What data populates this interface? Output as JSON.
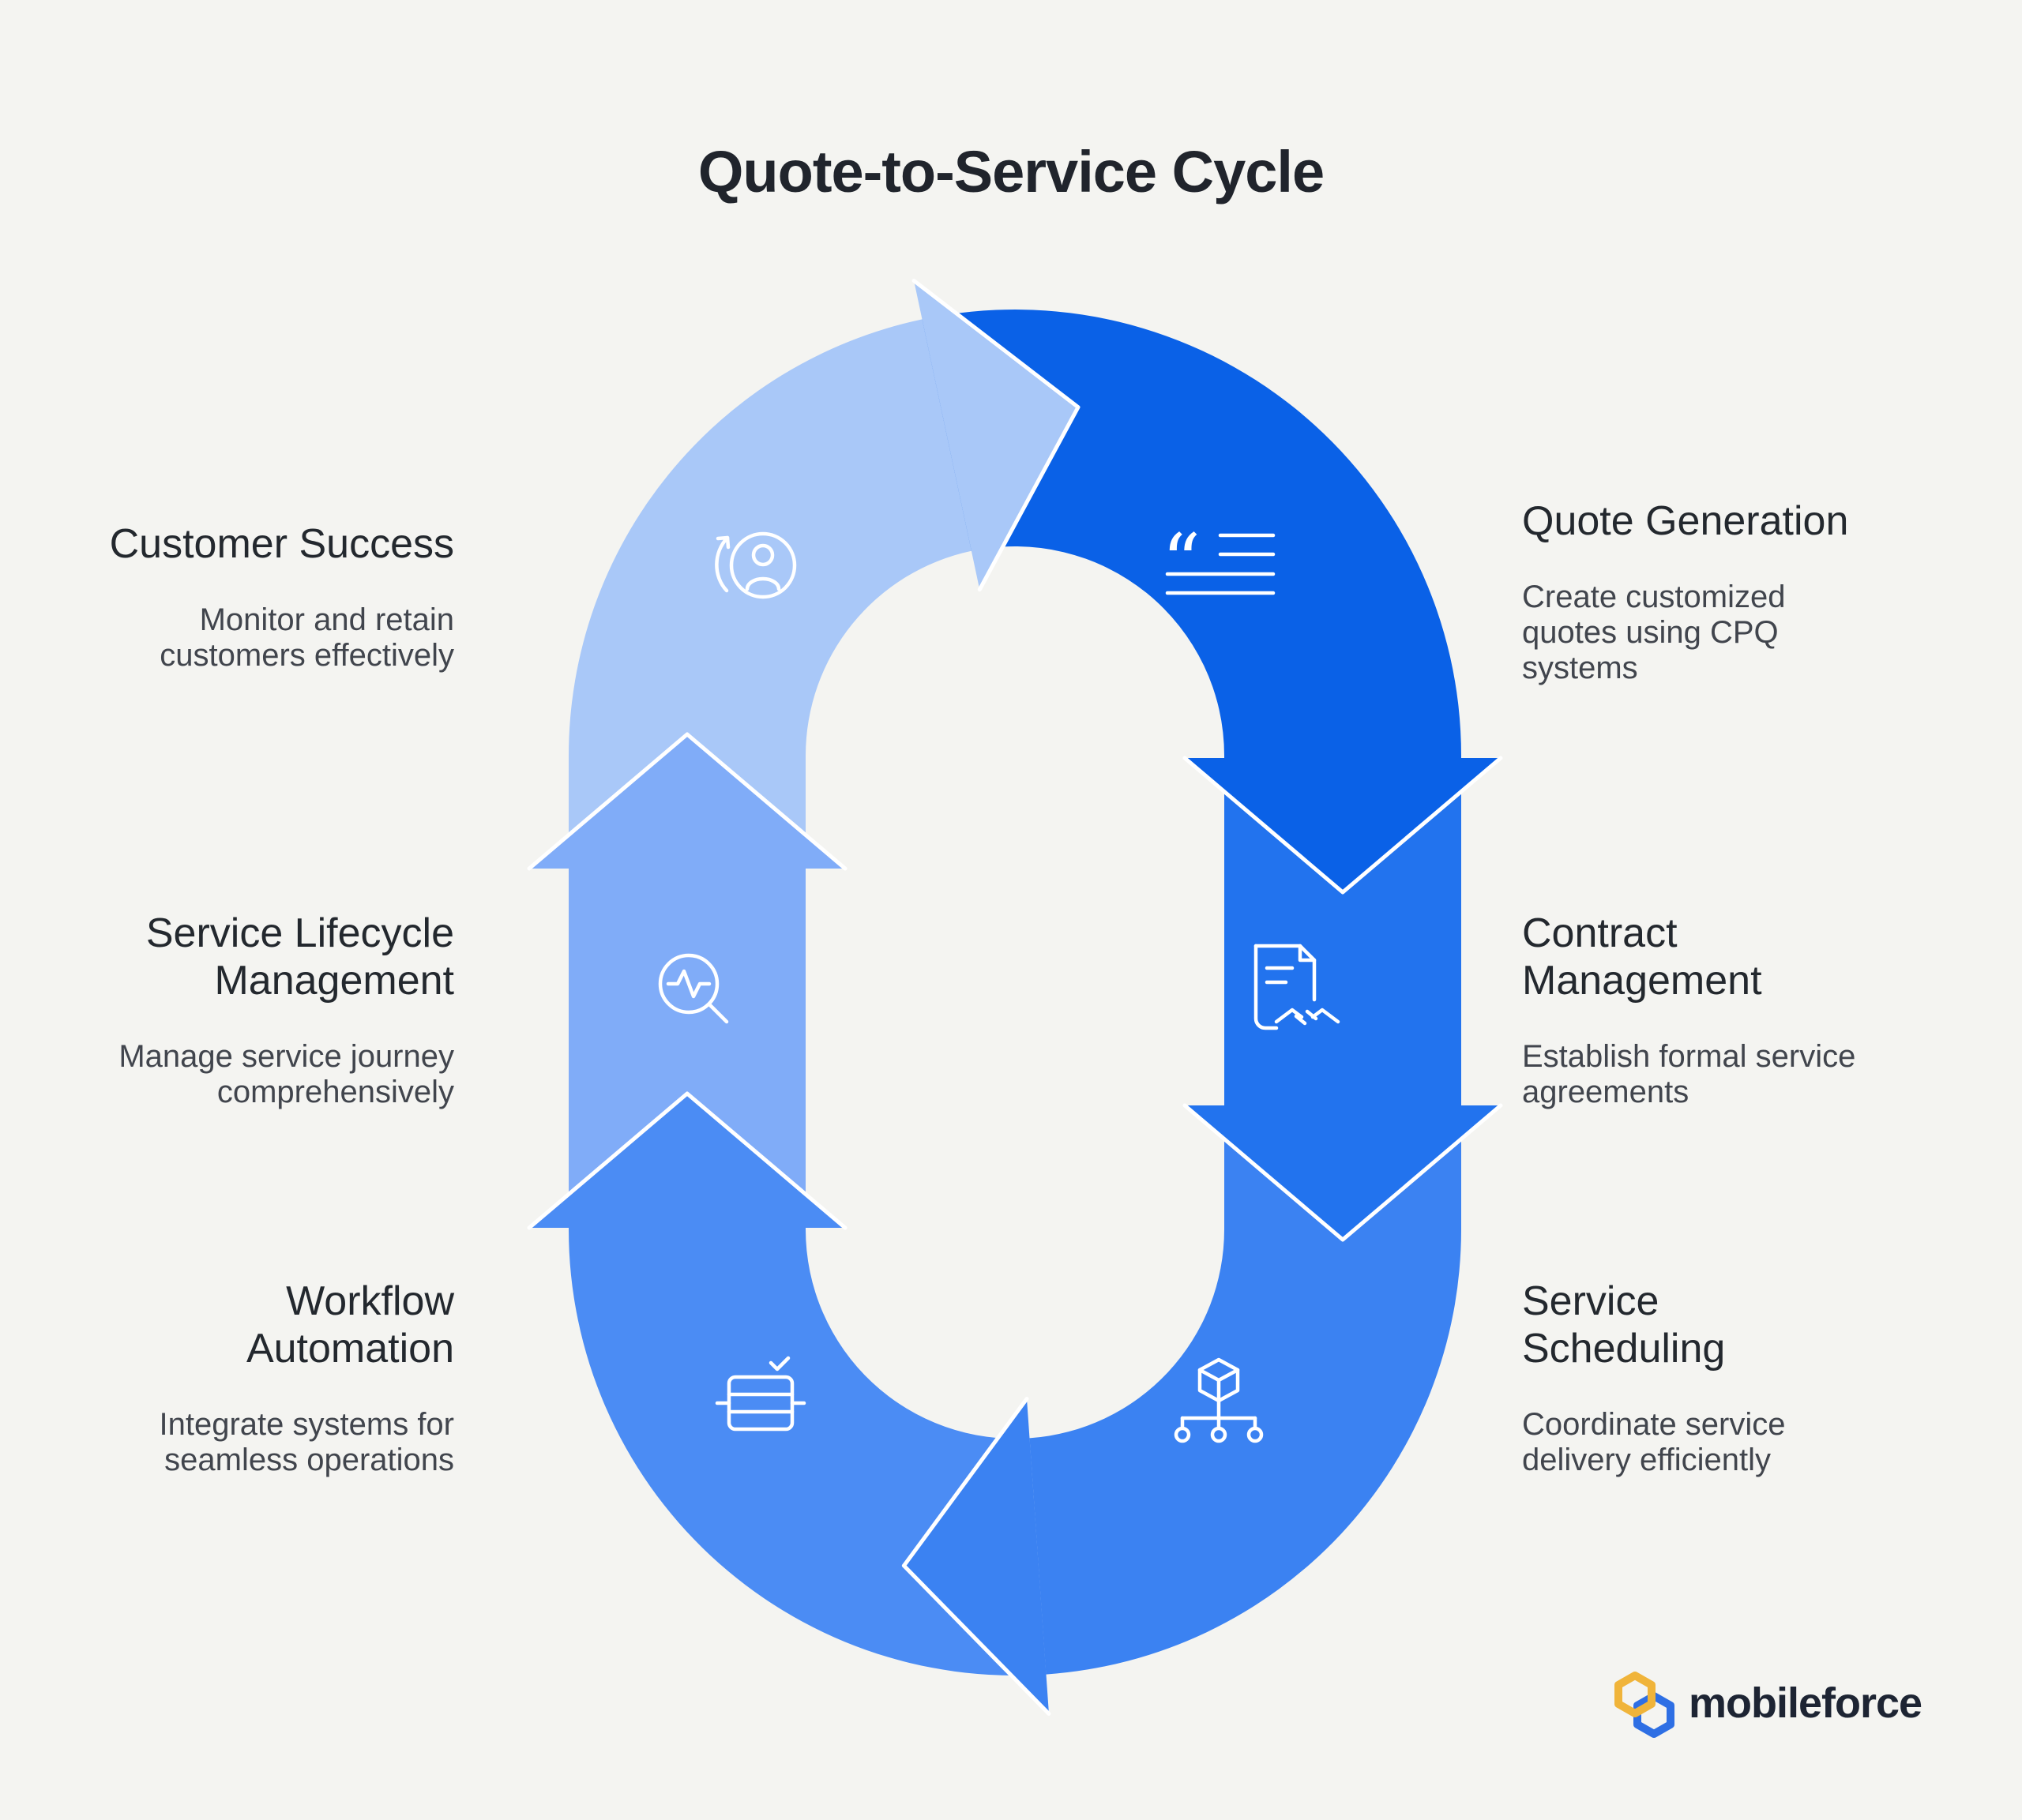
{
  "title": "Quote-to-Service Cycle",
  "ring": {
    "segments": [
      {
        "name": "customer-success",
        "color": "#a9c8f8"
      },
      {
        "name": "quote-generation",
        "color": "#0a61e7"
      },
      {
        "name": "contract-management",
        "color": "#2273ee"
      },
      {
        "name": "service-scheduling",
        "color": "#3b82f2"
      },
      {
        "name": "workflow-automation",
        "color": "#4b8cf4"
      },
      {
        "name": "service-lifecycle",
        "color": "#80acf8"
      }
    ]
  },
  "steps": {
    "customer_success": {
      "heading": "Customer Success",
      "description": "Monitor and retain\ncustomers effectively",
      "icon": "person-cycle-icon"
    },
    "quote_generation": {
      "heading": "Quote Generation",
      "description": "Create customized\nquotes using CPQ\nsystems",
      "icon": "quote-lines-icon"
    },
    "contract_management": {
      "heading": "Contract\nManagement",
      "description": "Establish formal service\nagreements",
      "icon": "contract-handshake-icon"
    },
    "service_scheduling": {
      "heading": "Service\nScheduling",
      "description": "Coordinate service\ndelivery efficiently",
      "icon": "package-hierarchy-icon"
    },
    "workflow_automation": {
      "heading": "Workflow\nAutomation",
      "description": "Integrate systems for\nseamless operations",
      "icon": "process-table-icon"
    },
    "service_lifecycle": {
      "heading": "Service Lifecycle\nManagement",
      "description": "Manage service journey\ncomprehensively",
      "icon": "magnifier-pulse-icon"
    }
  },
  "logo": {
    "text": "mobileforce",
    "icon_blue": "#2e6fe4",
    "icon_yellow": "#f0b43a"
  }
}
